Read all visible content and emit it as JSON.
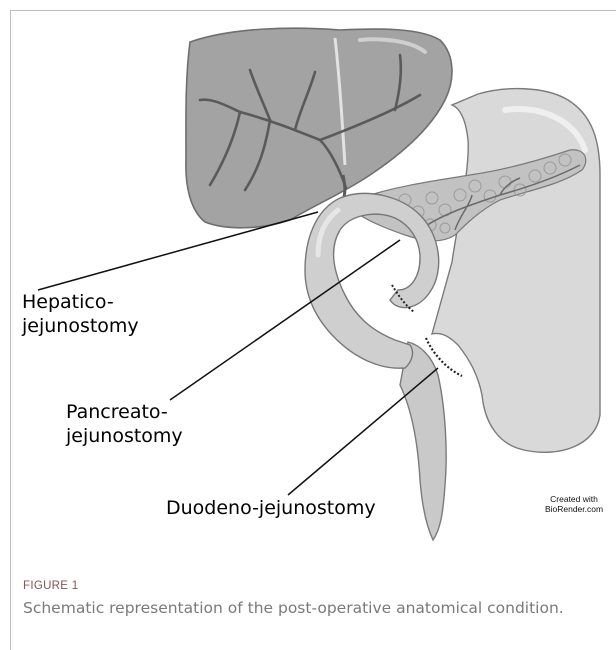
{
  "labels": {
    "hepatico": "Hepatico-\njejunostomy",
    "pancreato": "Pancreato-\njejunostomy",
    "duodeno": "Duodeno-jejunostomy"
  },
  "credit": "Created with\nBioRender.com",
  "figure": {
    "label": "FIGURE 1",
    "caption": "Schematic representation of the post-operative anatomical condition."
  },
  "colors": {
    "fig_label": "#8a5151",
    "caption_text": "#7a7a7a",
    "liver": "#a3a3a3",
    "organ_light": "#d6d6d6"
  }
}
